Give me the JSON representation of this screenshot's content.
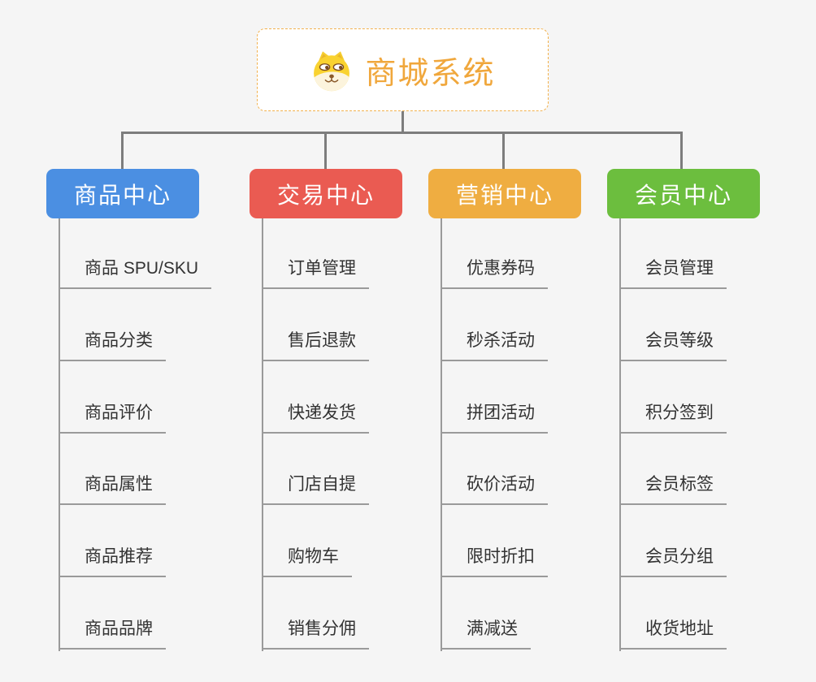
{
  "root": {
    "title": "商城系统",
    "icon": "shiba-dog-icon",
    "title_color": "#f0a73c",
    "border_color": "#f2b14d"
  },
  "connector_color": "#7d7d7d",
  "columns": [
    {
      "label": "商品中心",
      "color": "#4b8fe2",
      "items": [
        "商品 SPU/SKU",
        "商品分类",
        "商品评价",
        "商品属性",
        "商品推荐",
        "商品品牌"
      ]
    },
    {
      "label": "交易中心",
      "color": "#ea5b52",
      "items": [
        "订单管理",
        "售后退款",
        "快递发货",
        "门店自提",
        "购物车",
        "销售分佣"
      ]
    },
    {
      "label": "营销中心",
      "color": "#efad41",
      "items": [
        "优惠券码",
        "秒杀活动",
        "拼团活动",
        "砍价活动",
        "限时折扣",
        "满减送"
      ]
    },
    {
      "label": "会员中心",
      "color": "#6cbe3e",
      "items": [
        "会员管理",
        "会员等级",
        "积分签到",
        "会员标签",
        "会员分组",
        "收货地址"
      ]
    }
  ]
}
